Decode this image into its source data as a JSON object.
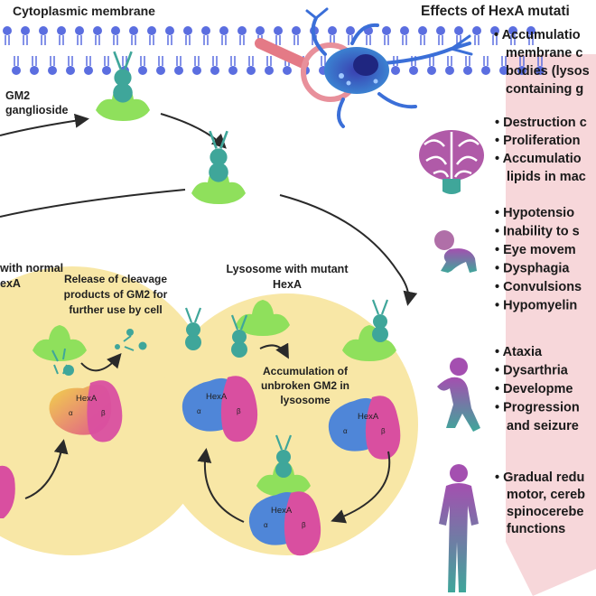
{
  "labels": {
    "membrane": "Cytoplasmic membrane",
    "gm2_line1": "GM2",
    "gm2_line2": "ganglioside",
    "normal_line1": "with normal",
    "normal_line2": "exA",
    "release_line1": "Release of cleavage",
    "release_line2": "products of GM2 for",
    "release_line3": "further use by cell",
    "mutant_line1": "Lysosome with mutant",
    "mutant_line2": "HexA",
    "accum_line1": "Accumulation of",
    "accum_line2": "unbroken GM2 in",
    "accum_line3": "lysosome"
  },
  "enzyme": {
    "name": "HexA",
    "alpha": "α",
    "beta": "β"
  },
  "effects": {
    "title": "Effects of HexA mutati",
    "neuron": [
      "• Accumulatio",
      "membrane c",
      "bodies (lysos",
      "containing g"
    ],
    "brain": [
      "• Destruction c",
      "• Proliferation",
      "• Accumulatio",
      "lipids in mac"
    ],
    "infant": [
      "• Hypotensio",
      "• Inability to s",
      "• Eye movem",
      "• Dysphagia",
      "• Convulsions",
      "• Hypomyelin"
    ],
    "child": [
      "• Ataxia",
      "• Dysarthria",
      "• Developme",
      "• Progression",
      "and seizure"
    ],
    "adult": [
      "• Gradual redu",
      "motor, cereb",
      "spinocerebe",
      "functions"
    ]
  },
  "colors": {
    "membrane": "#5b6ee0",
    "receptor": "#8fe05c",
    "gm2": "#3fa69a",
    "lysosome": "#f8e7a6",
    "hexa_alpha": "#4f86d8",
    "hexa_beta": "#d94fa0",
    "arrow_band": "#f4c7cc"
  }
}
